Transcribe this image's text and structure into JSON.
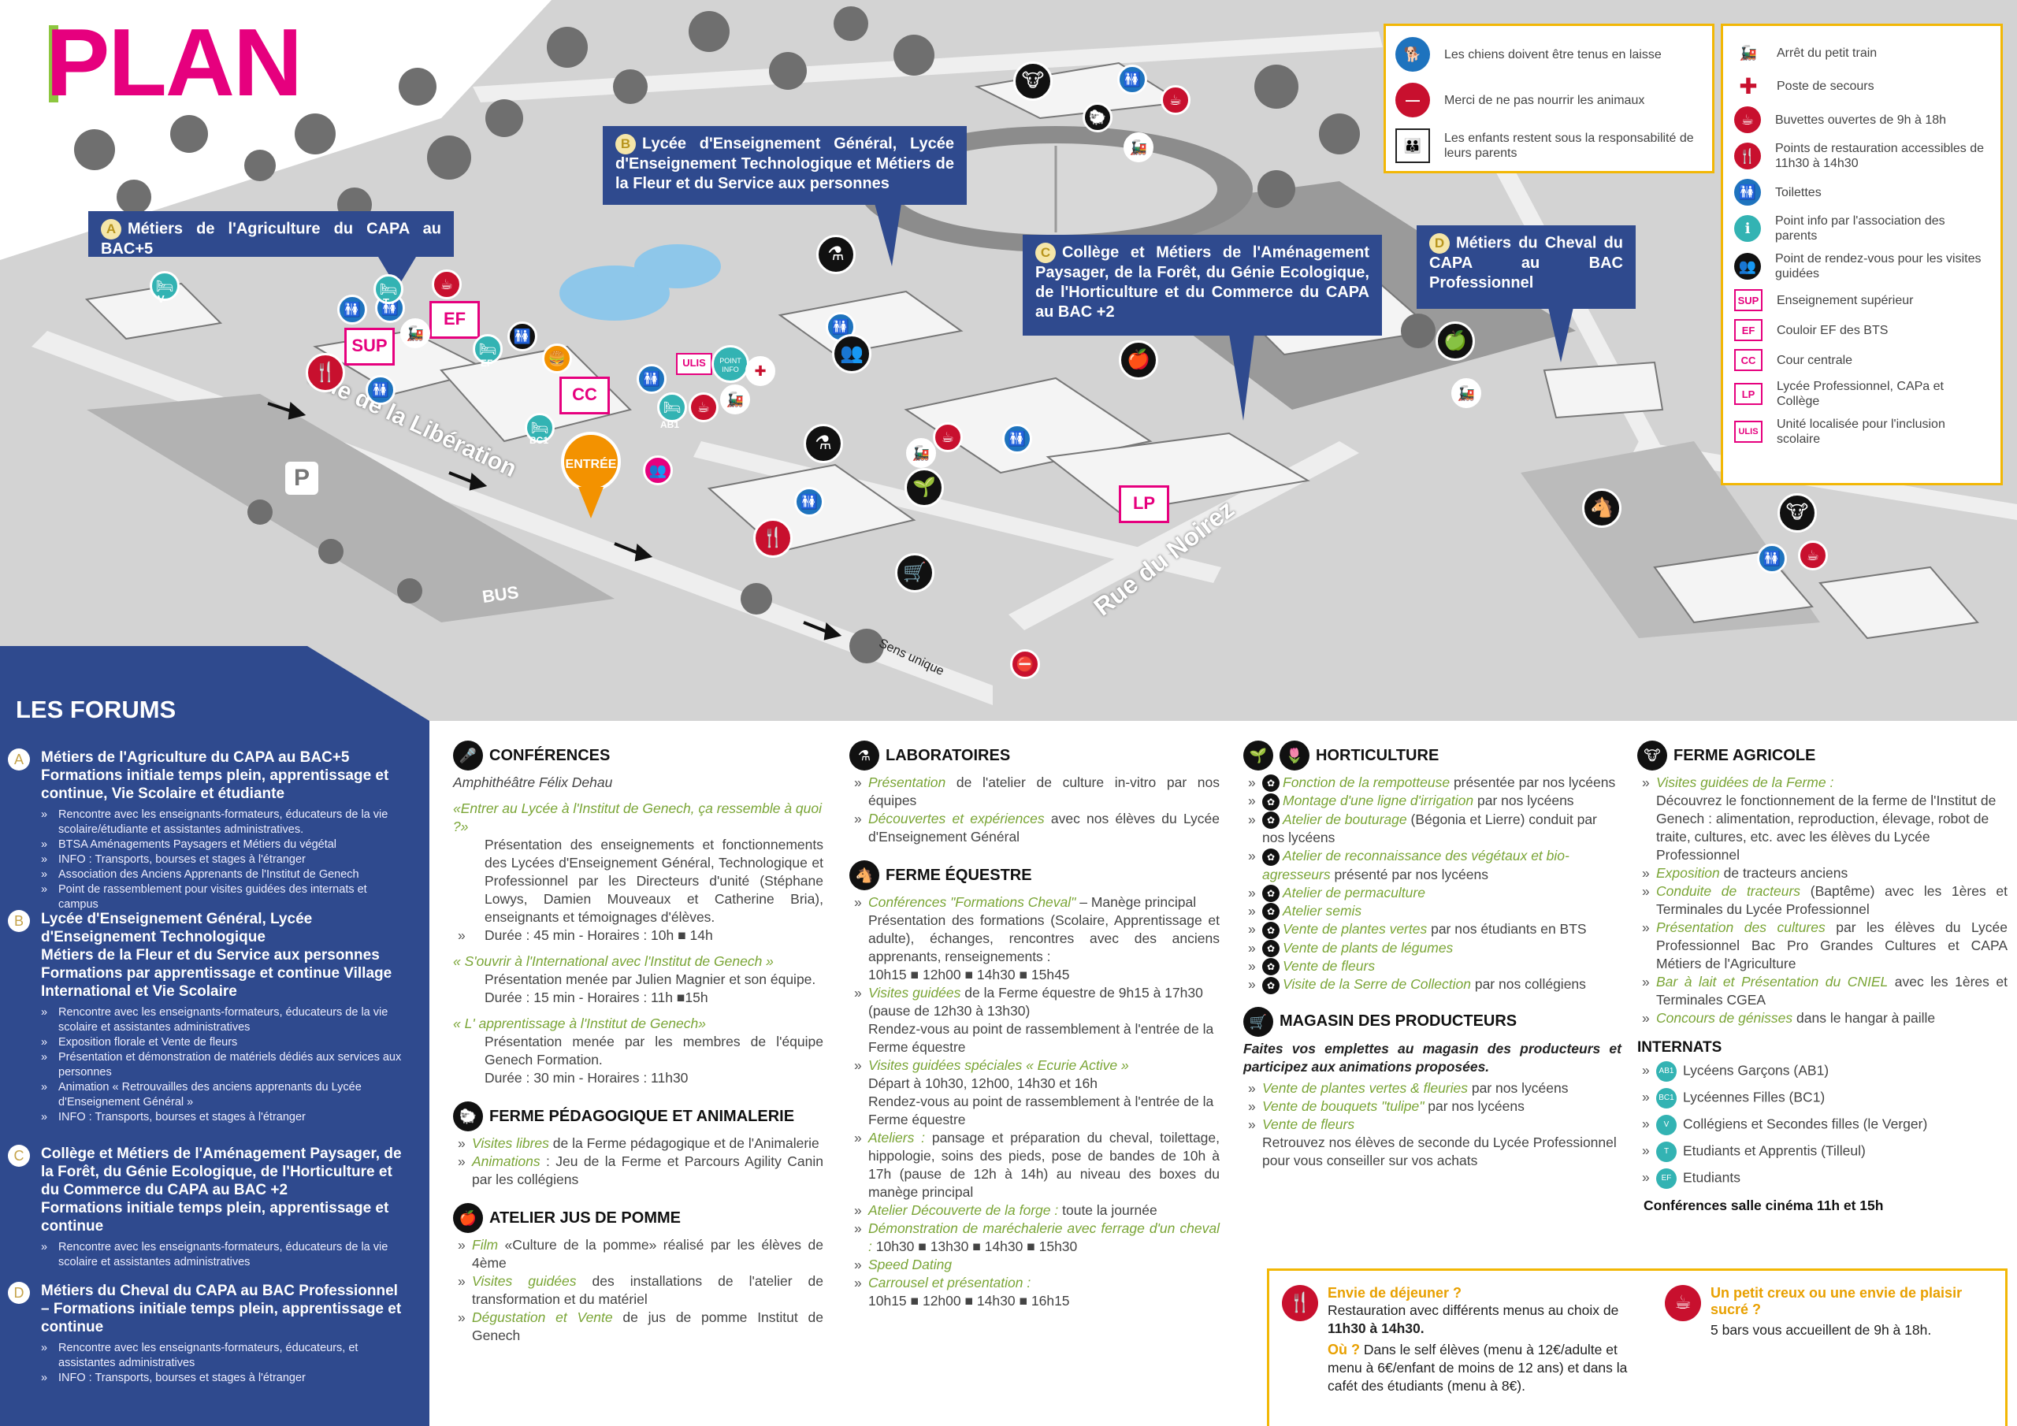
{
  "title": "PLAN",
  "colors": {
    "accent_magenta": "#e6007e",
    "accent_green": "#8dc63f",
    "navy": "#2f4a8e",
    "gold": "#f2b705",
    "red": "#c8102e",
    "link_green": "#7aa536"
  },
  "callouts": {
    "a": {
      "letter": "A",
      "text": "Métiers de l'Agriculture du CAPA au BAC+5"
    },
    "b": {
      "letter": "B",
      "text": "Lycée d'Enseignement Général, Lycée d'Enseignement Technologique et Métiers de la Fleur et du Service aux personnes"
    },
    "c": {
      "letter": "C",
      "text": "Collège et Métiers de l'Aménagement Paysager, de la Forêt, du Génie Ecologique, de l'Horticulture et du Commerce du CAPA au BAC +2"
    },
    "d": {
      "letter": "D",
      "text": "Métiers du Cheval du CAPA au BAC Professionnel"
    }
  },
  "map_labels": {
    "sup": "SUP",
    "ef": "EF",
    "cc": "CC",
    "lp": "LP",
    "ulis": "ULIS",
    "entree": "ENTRÉE",
    "point_info": "POINT INFO",
    "parking": "P",
    "bus": "BUS",
    "rue_liberation": "Rue de la Libération",
    "rue_noirez": "Rue du Noirez",
    "sens_unique": "Sens unique",
    "v": "V",
    "t": "T",
    "ab1": "AB1",
    "bc1": "BC1",
    "ef_small": "EF"
  },
  "rules_legend": [
    {
      "icon": "dog-leash-icon",
      "text": "Les chiens doivent être tenus en laisse"
    },
    {
      "icon": "no-entry-icon",
      "text": "Merci de ne pas nourrir les animaux"
    },
    {
      "icon": "child-adult-icon",
      "text": "Les enfants restent sous la responsabilité de leurs parents"
    }
  ],
  "legend": [
    {
      "icon": "train-icon",
      "text": "Arrêt du petit train"
    },
    {
      "icon": "first-aid-cross-icon",
      "text": "Poste de secours"
    },
    {
      "icon": "coffee-cup-icon",
      "text": "Buvettes ouvertes de 9h à 18h"
    },
    {
      "icon": "fork-knife-icon",
      "text": "Points de restauration accessibles de 11h30 à 14h30"
    },
    {
      "icon": "toilets-icon",
      "text": "Toilettes"
    },
    {
      "icon": "info-point-icon",
      "text": "Point info par l'association des parents"
    },
    {
      "icon": "meeting-point-icon",
      "text": "Point de rendez-vous pour les visites guidées"
    },
    {
      "icon": "sign-sup",
      "text": "Enseignement supérieur",
      "code": "SUP"
    },
    {
      "icon": "sign-ef",
      "text": "Couloir EF des BTS",
      "code": "EF"
    },
    {
      "icon": "sign-cc",
      "text": "Cour centrale",
      "code": "CC"
    },
    {
      "icon": "sign-lp",
      "text": "Lycée Professionnel, CAPa et Collège",
      "code": "LP"
    },
    {
      "icon": "sign-ulis",
      "text": "Unité localisée pour l'inclusion scolaire",
      "code": "ULIS"
    }
  ],
  "forums": {
    "title": "LES FORUMS",
    "items": [
      {
        "letter": "A",
        "head": "Métiers de l'Agriculture du CAPA au BAC+5",
        "head2": "Formations initiale temps plein, apprentissage et continue, Vie Scolaire et étudiante",
        "bullets": [
          "Rencontre avec les enseignants-formateurs, éducateurs de la vie scolaire/étudiante et assistantes administratives.",
          "BTSA Aménagements Paysagers et Métiers du végétal",
          "INFO : Transports, bourses et stages à l'étranger",
          "Association des Anciens Apprenants de l'Institut de Genech",
          "Point de rassemblement pour visites guidées des internats et campus"
        ]
      },
      {
        "letter": "B",
        "head": "Lycée d'Enseignement Général, Lycée d'Enseignement Technologique",
        "head2": "Métiers de la Fleur et du Service aux personnes Formations par apprentissage et continue Village International et Vie Scolaire",
        "bullets": [
          "Rencontre avec les enseignants-formateurs, éducateurs de la vie scolaire et assistantes administratives",
          "Exposition florale et Vente de fleurs",
          "Présentation et démonstration de matériels dédiés aux services aux personnes",
          "Animation « Retrouvailles des anciens apprenants du Lycée d'Enseignement Général »",
          "INFO : Transports, bourses et stages à l'étranger"
        ]
      },
      {
        "letter": "C",
        "head": "Collège et Métiers de l'Aménagement Paysager, de la Forêt, du Génie Ecologique, de l'Horticulture et du Commerce du CAPA au BAC +2",
        "head2": "Formations initiale temps plein, apprentissage et continue",
        "bullets": [
          "Rencontre avec les enseignants-formateurs, éducateurs de la vie scolaire et assistantes administratives"
        ]
      },
      {
        "letter": "D",
        "head": "Métiers du Cheval du CAPA au BAC Professionnel – Formations initiale temps plein, apprentissage et continue",
        "head2": "",
        "bullets": [
          "Rencontre avec les enseignants-formateurs, éducateurs, et assistantes administratives",
          "INFO : Transports, bourses et stages à l'étranger"
        ]
      }
    ]
  },
  "conferences": {
    "title": "CONFÉRENCES",
    "place": "Amphithéâtre Félix Dehau",
    "talks": [
      {
        "title": "«Entrer au Lycée à l'Institut de Genech, ça ressemble à quoi ?»",
        "desc": "Présentation des enseignements et fonctionnements des Lycées d'Enseignement Général, Technologique et Professionnel par les Directeurs d'unité (Stéphane Lowys, Damien Mouveaux et Catherine Bria), enseignants et témoignages d'élèves.",
        "time": "Durée : 45 min - Horaires : 10h ■ 14h"
      },
      {
        "title": "« S'ouvrir à l'International avec l'Institut de Genech »",
        "desc": "Présentation menée par Julien Magnier et son équipe.",
        "time": "Durée : 15 min - Horaires : 11h ■15h"
      },
      {
        "title": "« L' apprentissage à l'Institut de Genech»",
        "desc": "Présentation menée par les membres de l'équipe Genech Formation.",
        "time": "Durée : 30 min - Horaires : 11h30"
      }
    ]
  },
  "ferme_pedagogique": {
    "title": "FERME PÉDAGOGIQUE ET ANIMALERIE",
    "items": [
      {
        "em": "Visites libres",
        "rest": " de la Ferme pédagogique et de l'Animalerie"
      },
      {
        "em": "Animations",
        "rest": " : Jeu de la Ferme et Parcours Agility Canin par les collégiens"
      }
    ]
  },
  "atelier_pomme": {
    "title": "ATELIER JUS DE POMME",
    "items": [
      {
        "em": "Film",
        "rest": " «Culture de la pomme» réalisé par les élèves de 4ème"
      },
      {
        "em": "Visites guidées",
        "rest": " des installations de l'atelier de transformation et du matériel"
      },
      {
        "em": "Dégustation et Vente",
        "rest": " de jus de pomme Institut de Genech"
      }
    ]
  },
  "laboratoires": {
    "title": "LABORATOIRES",
    "items": [
      {
        "em": "Présentation",
        "rest": " de l'atelier de culture in-vitro par nos équipes"
      },
      {
        "em": "Découvertes et expériences",
        "rest": " avec nos élèves du Lycée d'Enseignement Général"
      }
    ]
  },
  "ferme_equestre": {
    "title": "FERME ÉQUESTRE",
    "items": [
      {
        "em": "Conférences \"Formations Cheval\"",
        "rest": " – Manège principal",
        "sub": "Présentation des formations (Scolaire, Apprentissage et adulte), échanges, rencontres avec des anciens apprenants, renseignements :",
        "sub2": "10h15 ■ 12h00 ■ 14h30 ■ 15h45"
      },
      {
        "em": "Visites guidées",
        "rest": " de la Ferme équestre de 9h15 à 17h30 (pause de 12h30 à 13h30)",
        "sub": "Rendez-vous au point de rassemblement à l'entrée de la Ferme équestre",
        "sub2": ""
      },
      {
        "em": "Visites guidées spéciales « Ecurie Active »",
        "rest": "",
        "sub": "Départ à 10h30, 12h00, 14h30 et 16h",
        "sub2": "Rendez-vous au point de rassemblement à l'entrée de la Ferme équestre"
      },
      {
        "em": "Ateliers :",
        "rest": " pansage et préparation du cheval, toilettage, hippologie, soins des pieds, pose de bandes de 10h à 17h (pause de 12h à 14h) au niveau des boxes du manège principal",
        "sub": "",
        "sub2": ""
      },
      {
        "em": "Atelier Découverte de la forge :",
        "rest": " toute la journée",
        "sub": "",
        "sub2": ""
      },
      {
        "em": "Démonstration de maréchalerie avec ferrage d'un cheval :",
        "rest": " 10h30 ■ 13h30 ■ 14h30 ■ 15h30",
        "sub": "",
        "sub2": ""
      },
      {
        "em": "Speed Dating",
        "rest": "",
        "sub": "",
        "sub2": ""
      },
      {
        "em": "Carrousel et présentation :",
        "rest": "",
        "sub": "10h15 ■ 12h00 ■ 14h30 ■ 16h15",
        "sub2": ""
      }
    ]
  },
  "horticulture": {
    "title": "HORTICULTURE",
    "items": [
      {
        "em": "Fonction de la rempotteuse",
        "rest": " présentée par nos lycéens"
      },
      {
        "em": "Montage d'une ligne d'irrigation",
        "rest": " par nos lycéens"
      },
      {
        "em": "Atelier de bouturage",
        "rest": " (Bégonia et Lierre) conduit par nos lycéens"
      },
      {
        "em": "Atelier de reconnaissance des végétaux et bio-agresseurs",
        "rest": " présenté par nos lycéens"
      },
      {
        "em": "Atelier de permaculture",
        "rest": ""
      },
      {
        "em": "Atelier semis",
        "rest": ""
      },
      {
        "em": "Vente de plantes vertes",
        "rest": " par nos étudiants en BTS"
      },
      {
        "em": "Vente de plants de légumes",
        "rest": ""
      },
      {
        "em": "Vente de fleurs",
        "rest": ""
      },
      {
        "em": "Visite de la Serre de Collection",
        "rest": " par nos collégiens"
      }
    ]
  },
  "magasin": {
    "title": "MAGASIN DES PRODUCTEURS",
    "intro": "Faites vos emplettes au magasin des producteurs et participez aux animations proposées.",
    "items": [
      {
        "em": "Vente de plantes vertes & fleuries",
        "rest": " par nos lycéens"
      },
      {
        "em": "Vente de bouquets \"tulipe\"",
        "rest": " par nos lycéens"
      },
      {
        "em": "Vente de fleurs",
        "rest": "",
        "sub": "Retrouvez nos élèves de seconde du Lycée Professionnel pour vous conseiller sur vos achats"
      }
    ]
  },
  "ferme_agricole": {
    "title": "FERME AGRICOLE",
    "items": [
      {
        "em": "Visites guidées de la Ferme :",
        "rest": "",
        "sub": "Découvrez le fonctionnement de la ferme de l'Institut de Genech : alimentation, reproduction, élevage, robot de traite, cultures, etc. avec les élèves du Lycée Professionnel"
      },
      {
        "em": "Exposition",
        "rest": " de tracteurs anciens",
        "sub": ""
      },
      {
        "em": "Conduite de tracteurs",
        "rest": " (Baptême) avec les 1ères et Terminales du Lycée Professionnel",
        "sub": ""
      },
      {
        "em": "Présentation des cultures",
        "rest": " par les élèves du Lycée Professionnel Bac Pro Grandes Cultures et CAPA Métiers de l'Agriculture",
        "sub": ""
      },
      {
        "em": "Bar à lait et Présentation du CNIEL",
        "rest": " avec les 1ères et Terminales CGEA",
        "sub": ""
      },
      {
        "em": "Concours de génisses",
        "rest": " dans le hangar à paille",
        "sub": ""
      }
    ]
  },
  "internats": {
    "title": "INTERNATS",
    "items": [
      {
        "code": "AB1",
        "text": "Lycéens Garçons (AB1)"
      },
      {
        "code": "BC1",
        "text": "Lycéennes Filles (BC1)"
      },
      {
        "code": "V",
        "text": "Collégiens et Secondes filles (le Verger)"
      },
      {
        "code": "T",
        "text": "Etudiants et Apprentis (Tilleul)"
      },
      {
        "code": "EF",
        "text": "Etudiants"
      }
    ],
    "cinema": "Conférences salle cinéma 11h et 15h"
  },
  "food": {
    "lunch_h": "Envie de déjeuner ?",
    "lunch_t1": "Restauration avec différents menus au choix de",
    "lunch_t2": "11h30 à 14h30.",
    "lunch_where_h": "Où ?",
    "lunch_where": " Dans le self élèves (menu à 12€/adulte et menu à 6€/enfant de moins de 12 ans) et dans la cafét des étudiants (menu à 8€).",
    "snack_h": "Un petit creux ou une envie de plaisir sucré ?",
    "snack_t": "5 bars vous accueillent de 9h à 18h."
  }
}
